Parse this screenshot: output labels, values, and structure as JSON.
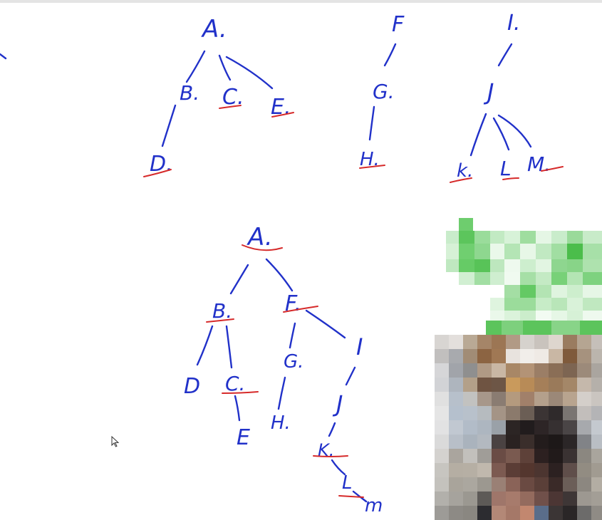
{
  "forest": {
    "nodes": [
      {
        "id": "A",
        "label": "A.",
        "tree": 1
      },
      {
        "id": "B",
        "label": "B.",
        "tree": 1
      },
      {
        "id": "C",
        "label": "C.",
        "tree": 1
      },
      {
        "id": "E",
        "label": "E.",
        "tree": 1
      },
      {
        "id": "D",
        "label": "D.",
        "tree": 1
      },
      {
        "id": "F",
        "label": "F",
        "tree": 2
      },
      {
        "id": "G",
        "label": "G.",
        "tree": 2
      },
      {
        "id": "H",
        "label": "H.",
        "tree": 2
      },
      {
        "id": "I",
        "label": "I.",
        "tree": 3
      },
      {
        "id": "J",
        "label": "J",
        "tree": 3
      },
      {
        "id": "K",
        "label": "k.",
        "tree": 3
      },
      {
        "id": "L",
        "label": "L",
        "tree": 3
      },
      {
        "id": "M",
        "label": "M.",
        "tree": 3
      }
    ],
    "edges": [
      [
        "A",
        "B"
      ],
      [
        "A",
        "C"
      ],
      [
        "A",
        "E"
      ],
      [
        "B",
        "D"
      ],
      [
        "F",
        "G"
      ],
      [
        "G",
        "H"
      ],
      [
        "I",
        "J"
      ],
      [
        "J",
        "K"
      ],
      [
        "J",
        "L"
      ],
      [
        "J",
        "M"
      ]
    ]
  },
  "binary_tree": {
    "nodes": [
      {
        "id": "A",
        "label": "A."
      },
      {
        "id": "B",
        "label": "B."
      },
      {
        "id": "F",
        "label": "F."
      },
      {
        "id": "D",
        "label": "D"
      },
      {
        "id": "C",
        "label": "C."
      },
      {
        "id": "E",
        "label": "E"
      },
      {
        "id": "G",
        "label": "G."
      },
      {
        "id": "H",
        "label": "H."
      },
      {
        "id": "I",
        "label": "I"
      },
      {
        "id": "J",
        "label": "J"
      },
      {
        "id": "K",
        "label": "K."
      },
      {
        "id": "L",
        "label": "L"
      },
      {
        "id": "M",
        "label": "m"
      }
    ],
    "edges": [
      [
        "A",
        "B"
      ],
      [
        "A",
        "F"
      ],
      [
        "B",
        "D"
      ],
      [
        "B",
        "C"
      ],
      [
        "C",
        "E"
      ],
      [
        "F",
        "G"
      ],
      [
        "F",
        "I"
      ],
      [
        "G",
        "H"
      ],
      [
        "I",
        "J"
      ],
      [
        "J",
        "K"
      ],
      [
        "K",
        "L"
      ],
      [
        "L",
        "M"
      ]
    ]
  },
  "colors": {
    "ink": "#2131c9",
    "underline": "#d62a2a",
    "webcam_green": "#3cb84a"
  }
}
